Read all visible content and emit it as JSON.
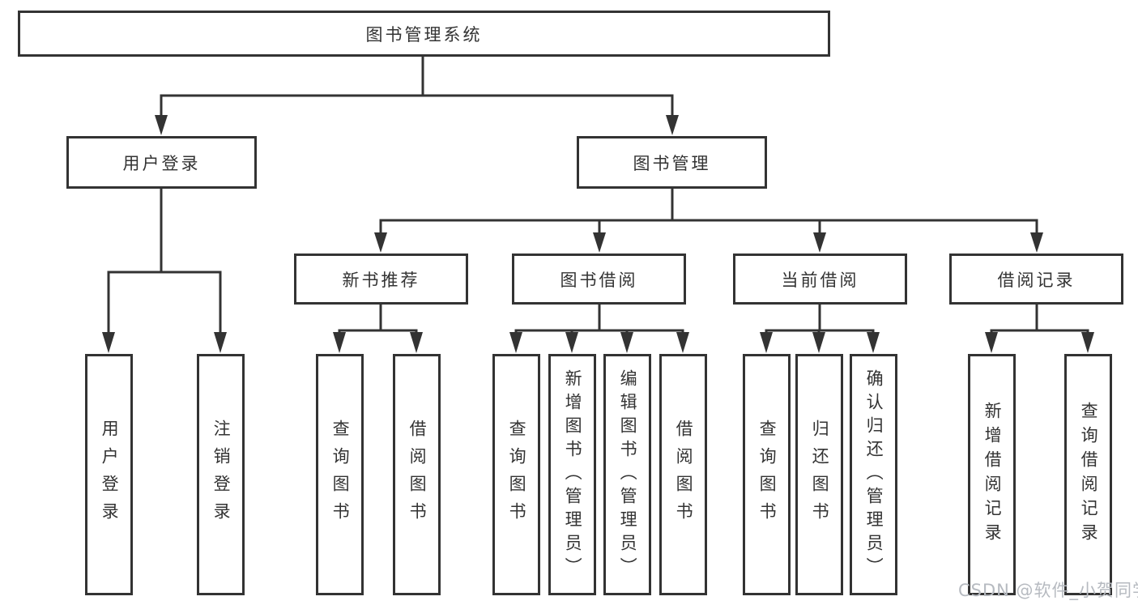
{
  "diagram": {
    "title": "图书管理系统",
    "level2": {
      "user_login": "用户登录",
      "book_management": "图书管理"
    },
    "level3": {
      "new_book_recommendation": "新书推荐",
      "book_borrowing": "图书借阅",
      "current_borrowing": "当前借阅",
      "borrowing_records": "借阅记录"
    },
    "leaves": {
      "user_login": [
        "用户登录",
        "注销登录"
      ],
      "new_book_recommendation": [
        "查询图书",
        "借阅图书"
      ],
      "book_borrowing": [
        "查询图书",
        "新增图书（管理员）",
        "编辑图书（管理员）",
        "借阅图书"
      ],
      "current_borrowing": [
        "查询图书",
        "归还图书",
        "确认归还（管理员）"
      ],
      "borrowing_records": [
        "新增借阅记录",
        "查询借阅记录"
      ]
    }
  },
  "watermark": "CSDN @软件_小贺同学",
  "colors": {
    "line": "#333333",
    "text": "#333333",
    "box_background": "#ffffff",
    "watermark": "#b6bac0",
    "background": "#ffffff"
  }
}
